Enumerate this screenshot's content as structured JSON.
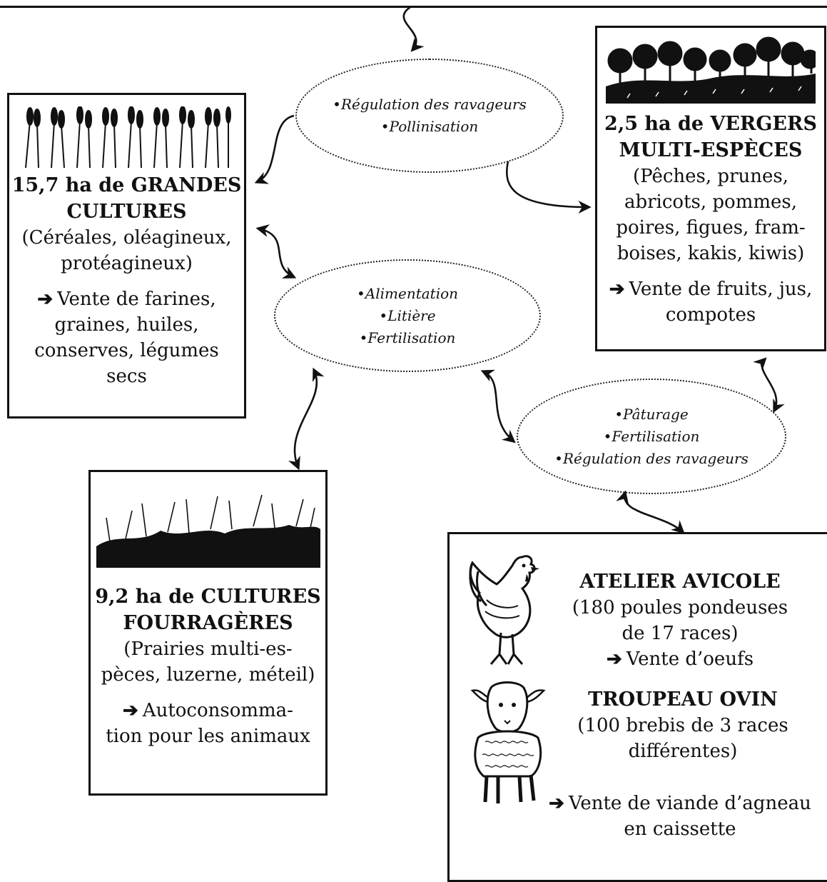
{
  "colors": {
    "ink": "#111111",
    "background": "#ffffff"
  },
  "icons": [
    "wheat-field-icon",
    "orchard-icon",
    "grass-field-icon",
    "rooster-icon",
    "lamb-icon",
    "right-arrow-icon"
  ],
  "arrow_symbol": "➔",
  "grandes_cultures": {
    "title_1": "15,7 ha de GRANDES",
    "title_2": "CULTURES",
    "desc_1": "(Céréales, oléagineux,",
    "desc_2": "protéagineux)",
    "sale_1": "Vente de farines,",
    "sale_2": "graines, huiles,",
    "sale_3": "conserves, légumes",
    "sale_4": "secs"
  },
  "vergers": {
    "title_1": "2,5 ha de VERGERS",
    "title_2": "MULTI-ESPÈCES",
    "desc_1": "(Pêches, prunes,",
    "desc_2": "abricots, pommes,",
    "desc_3": "poires, figues, fram-",
    "desc_4": "boises, kakis, kiwis)",
    "sale_1": "Vente de fruits, jus,",
    "sale_2": "compotes"
  },
  "fourrageres": {
    "title_1": "9,2 ha de CULTURES",
    "title_2": "FOURRAGÈRES",
    "desc_1": "(Prairies multi-es-",
    "desc_2": "pèces, luzerne, méteil)",
    "sale_1": "Autoconsomma-",
    "sale_2": "tion pour les animaux"
  },
  "elevage": {
    "avicole_title": "ATELIER AVICOLE",
    "avicole_desc_1": "(180 poules pondeuses",
    "avicole_desc_2": "de 17 races)",
    "avicole_sale": "Vente d’oeufs",
    "ovin_title": "TROUPEAU OVIN",
    "ovin_desc_1": "(100 brebis de 3 races",
    "ovin_desc_2": "différentes)",
    "ovin_sale_1": "Vente de viande d’agneau",
    "ovin_sale_2": "en caissette"
  },
  "interactions": {
    "top": [
      "Régulation des ravageurs",
      "Pollinisation"
    ],
    "center": [
      "Alimentation",
      "Litière",
      "Fertilisation"
    ],
    "right": [
      "Pâturage",
      "Fertilisation",
      "Régulation des ravageurs"
    ]
  }
}
